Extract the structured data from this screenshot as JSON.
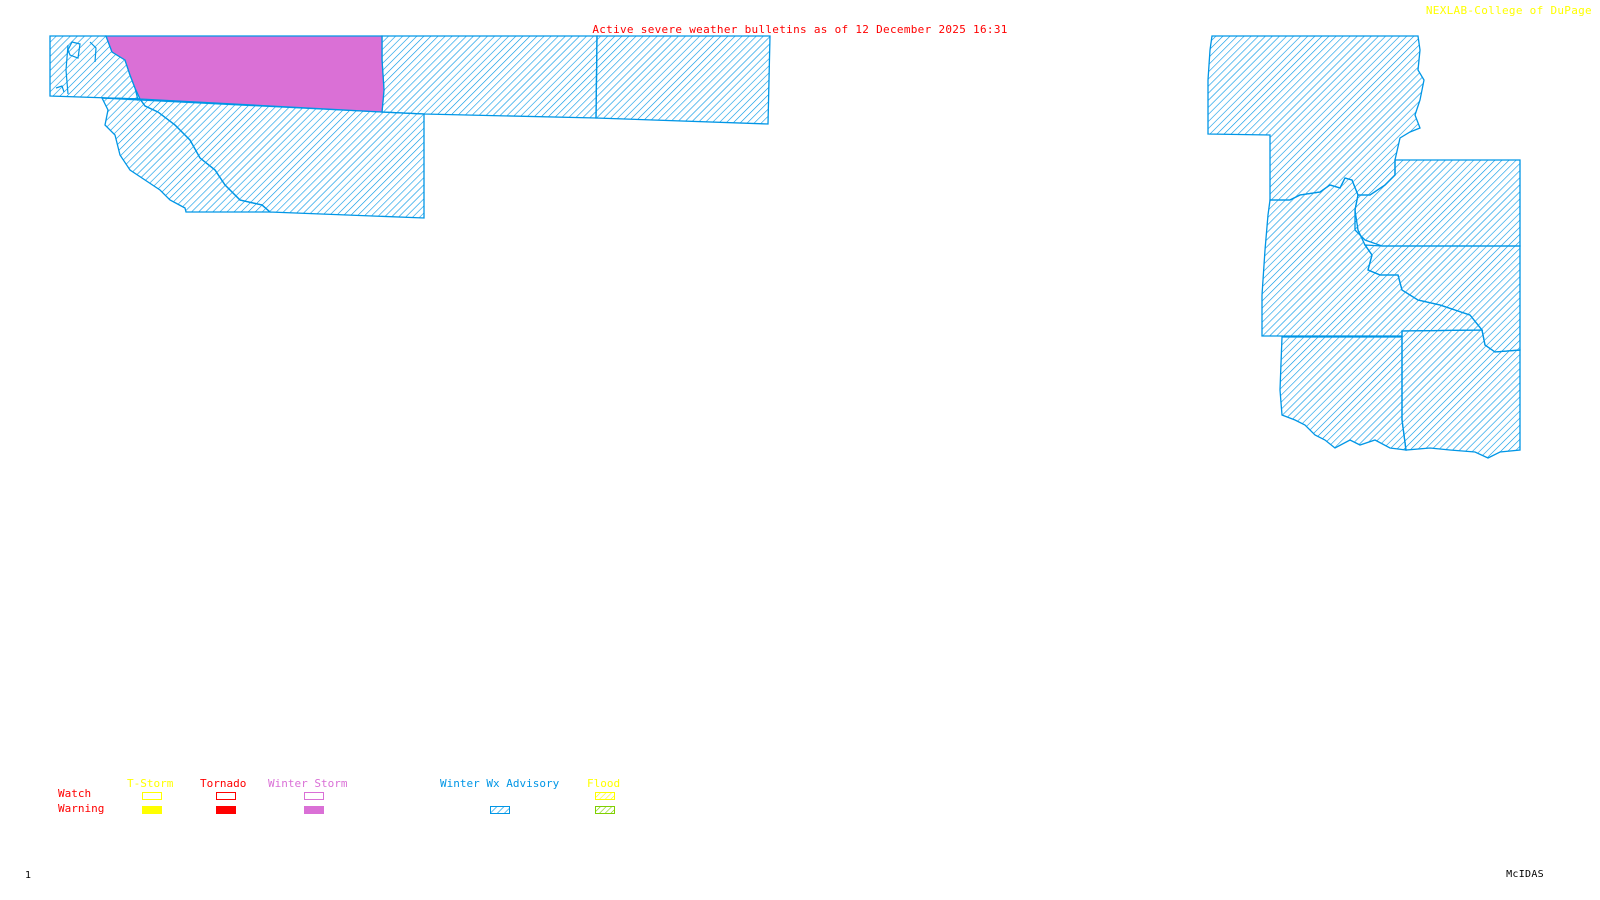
{
  "header": {
    "title": "Active severe weather bulletins as of 12 December 2025 16:31",
    "credit": "NEXLAB-College of DuPage"
  },
  "footer": {
    "frame_number": "1",
    "software": "McIDAS"
  },
  "colors": {
    "title": "#ff0000",
    "credit": "#ffff00",
    "winter_storm_warning": "#da70d6",
    "winter_wx_advisory": "#0096e6",
    "tstorm": "#ffff00",
    "tornado": "#ff0000",
    "flood_watch": "#ffff00",
    "flood_warning": "#7fd000"
  },
  "map": {
    "regions": [
      {
        "name": "Northwest group",
        "alert": "Winter Storm Warning"
      },
      {
        "name": "Northwest group",
        "alert": "Winter Wx Advisory"
      },
      {
        "name": "Northeast group",
        "alert": "Winter Wx Advisory"
      }
    ]
  },
  "legend": {
    "rows": [
      "Watch",
      "Warning"
    ],
    "columns": [
      {
        "label": "T-Storm",
        "watch": "outline",
        "warning": "filled"
      },
      {
        "label": "Tornado",
        "watch": "outline",
        "warning": "filled"
      },
      {
        "label": "Winter Storm",
        "watch": "outline",
        "warning": "filled"
      },
      {
        "label": "Winter Wx Advisory",
        "watch": "none",
        "warning": "hatched"
      },
      {
        "label": "Flood",
        "watch": "hatched",
        "warning": "hatched"
      }
    ]
  }
}
